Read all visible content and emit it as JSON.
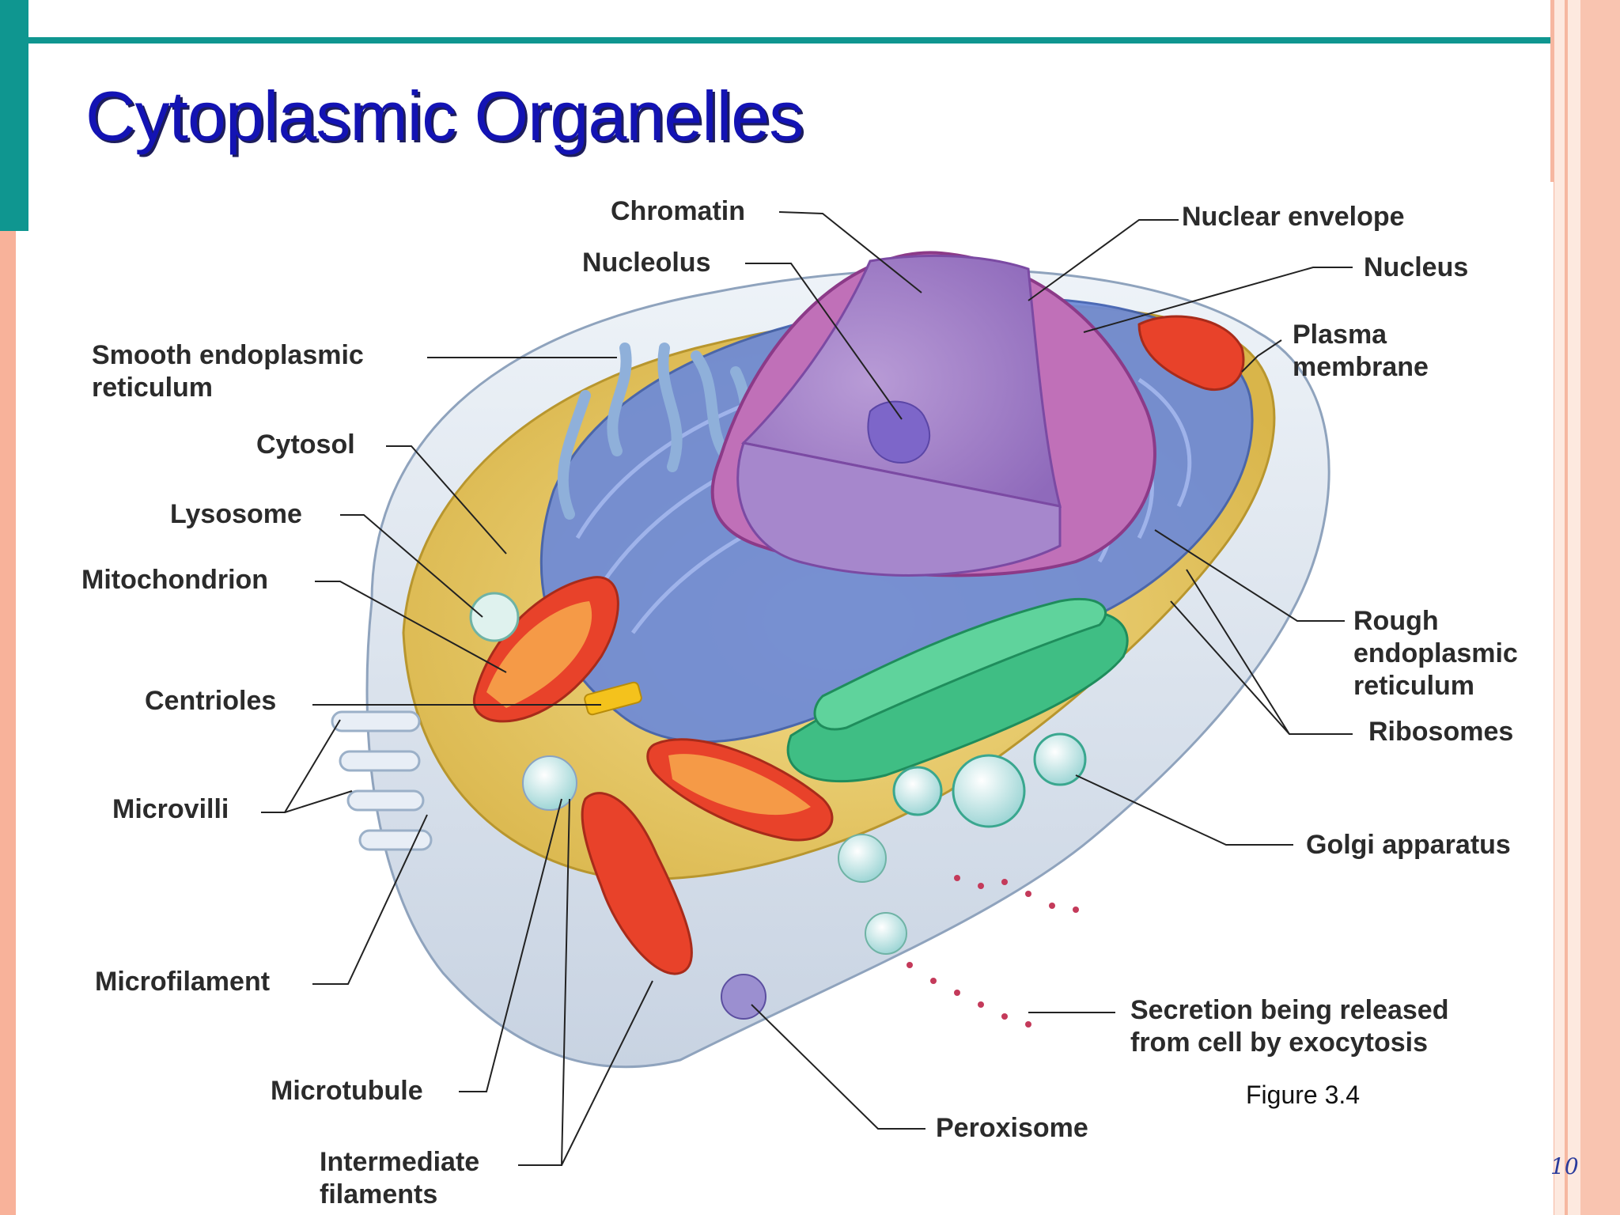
{
  "slide": {
    "title": "Cytoplasmic Organelles",
    "figure_caption": "Figure 3.4",
    "page_number": "10"
  },
  "diagram": {
    "labels": {
      "chromatin": "Chromatin",
      "nucleolus": "Nucleolus",
      "nuclear_envelope": "Nuclear envelope",
      "nucleus": "Nucleus",
      "plasma_membrane_1": "Plasma",
      "plasma_membrane_2": "membrane",
      "smooth_er_1": "Smooth endoplasmic",
      "smooth_er_2": "reticulum",
      "cytosol": "Cytosol",
      "lysosome": "Lysosome",
      "mitochondrion": "Mitochondrion",
      "centrioles": "Centrioles",
      "microvilli": "Microvilli",
      "microfilament": "Microfilament",
      "microtubule": "Microtubule",
      "intermediate_1": "Intermediate",
      "intermediate_2": "filaments",
      "rough_er_1": "Rough",
      "rough_er_2": "endoplasmic",
      "rough_er_3": "reticulum",
      "ribosomes": "Ribosomes",
      "golgi": "Golgi apparatus",
      "secretion_1": "Secretion being released",
      "secretion_2": "from cell by exocytosis",
      "peroxisome": "Peroxisome"
    },
    "colors": {
      "accent_teal": "#0f9690",
      "title_blue": "#1313b4",
      "slide_border": "#f8b29a"
    }
  }
}
